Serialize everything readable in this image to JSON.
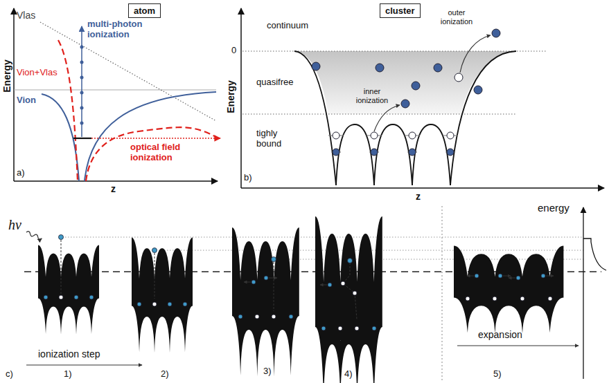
{
  "diagram": {
    "nodes": [
      {
        "text": [
          "atom"
        ]
      },
      {
        "text": [
          "cluster"
        ]
      }
    ],
    "labels": [
      "Vlas",
      "Vion+Vlas",
      "Vion",
      "multi-photon ionization",
      "optical field ionization",
      "Energy",
      "z",
      "a)",
      "continuum",
      "0",
      "quasifree",
      "tighly bound",
      "inner ionization",
      "outer ionization",
      "Energy",
      "z",
      "b)",
      "hν",
      "energy",
      "ionization step",
      "expansion",
      "1)",
      "2)",
      "3)",
      "4)",
      "5)",
      "c)"
    ]
  }
}
